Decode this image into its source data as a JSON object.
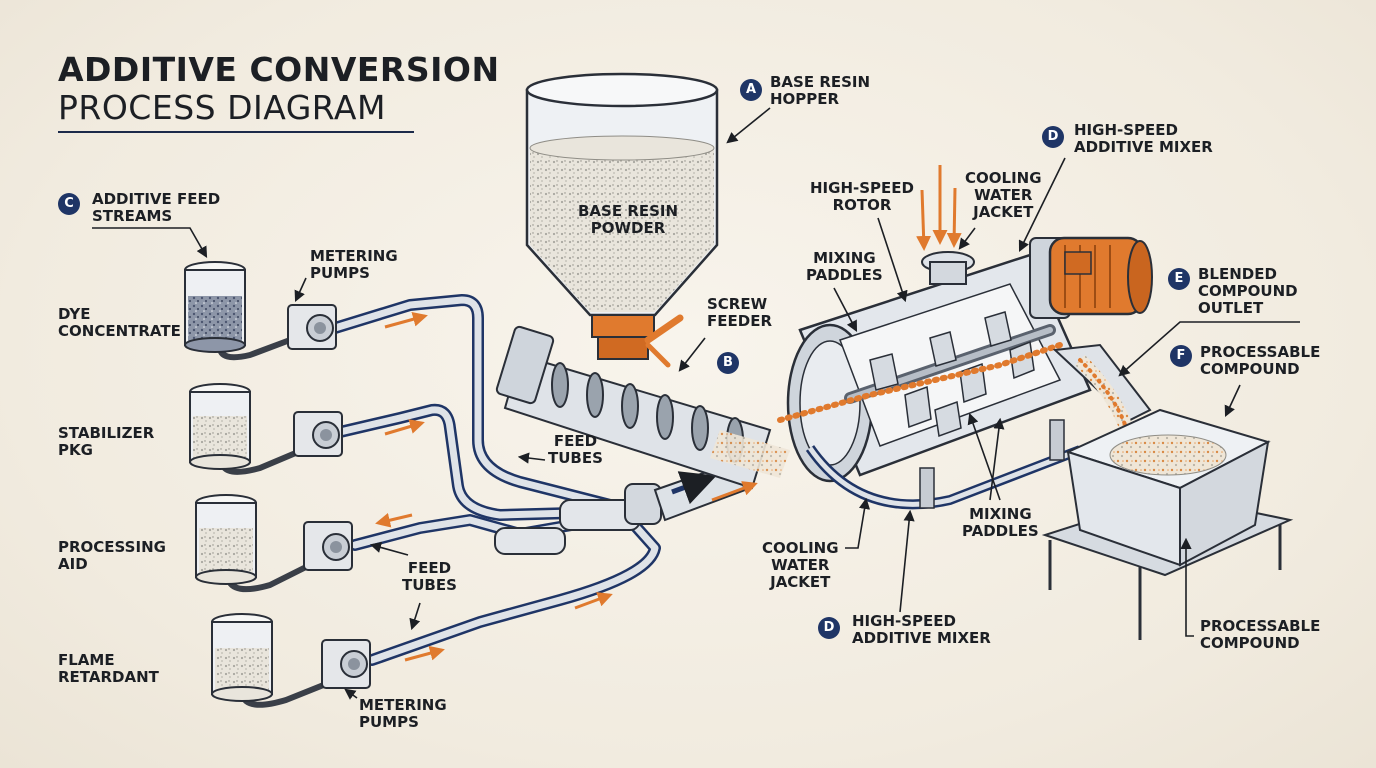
{
  "title": {
    "line1": "ADDITIVE CONVERSION",
    "line2": "PROCESS DIAGRAM"
  },
  "colors": {
    "background": "#f4efe6",
    "ink": "#1c1f24",
    "navy": "#1f3566",
    "orange": "#e07a2e",
    "steel": "#9aa3ad"
  },
  "badges": {
    "a": "A",
    "b": "B",
    "c": "C",
    "d": "D",
    "e": "E",
    "f": "F"
  },
  "callouts": {
    "base_resin_hopper": [
      "BASE RESIN",
      "HOPPER"
    ],
    "base_resin_powder": [
      "BASE RESIN",
      "POWDER"
    ],
    "screw_feeder": [
      "SCREW",
      "FEEDER"
    ],
    "additive_feed_streams": [
      "ADDITIVE FEED",
      "STREAMS"
    ],
    "metering_pumps_top": [
      "METERING",
      "PUMPS"
    ],
    "metering_pumps_bottom": [
      "METERING",
      "PUMPS"
    ],
    "feed_tubes_upper": [
      "FEED",
      "TUBES"
    ],
    "feed_tubes_lower": [
      "FEED",
      "TUBES"
    ],
    "high_speed_rotor": [
      "HIGH-SPEED",
      "ROTOR"
    ],
    "mixing_paddles_top": [
      "MIXING",
      "PADDLES"
    ],
    "mixing_paddles_bottom": [
      "MIXING",
      "PADDLES"
    ],
    "cooling_water_jacket_top": [
      "COOLING",
      "WATER",
      "JACKET"
    ],
    "cooling_water_jacket_bottom": [
      "COOLING",
      "WATER",
      "JACKET"
    ],
    "high_speed_additive_mixer_top": [
      "HIGH-SPEED",
      "ADDITIVE MIXER"
    ],
    "high_speed_additive_mixer_bottom": [
      "HIGH-SPEED",
      "ADDITIVE MIXER"
    ],
    "blended_compound_outlet": [
      "BLENDED",
      "COMPOUND",
      "OUTLET"
    ],
    "processable_compound_top": [
      "PROCESSABLE",
      "COMPOUND"
    ],
    "processable_compound_bottom": [
      "PROCESSABLE",
      "COMPOUND"
    ]
  },
  "additives": [
    [
      "DYE",
      "CONCENTRATE"
    ],
    [
      "STABILIZER",
      "PKG"
    ],
    [
      "PROCESSING",
      "AID"
    ],
    [
      "FLAME",
      "RETARDANT"
    ]
  ]
}
